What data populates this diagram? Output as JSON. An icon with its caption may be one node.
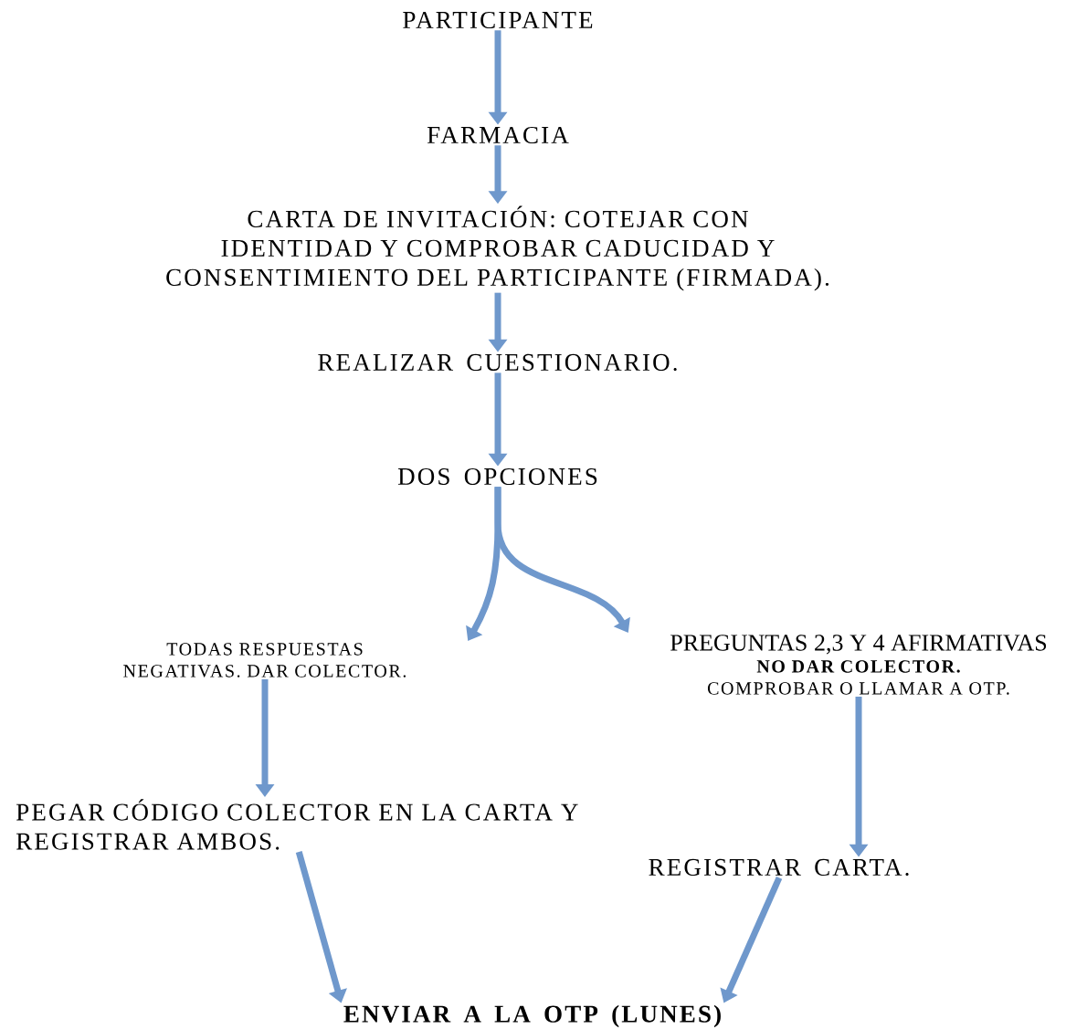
{
  "diagram": {
    "nodes": [
      {
        "text": [
          "PARTICIPANTE"
        ]
      },
      {
        "text": [
          "FARMACIA"
        ]
      },
      {
        "text": [
          "CARTA DE INVITACIÓN: COTEJAR CON IDENTIDAD Y COMPROBAR CADUCIDAD Y CONSENTIMIENTO DEL PARTICIPANTE (FIRMADA)."
        ]
      },
      {
        "text": [
          "REALIZAR CUESTIONARIO."
        ]
      },
      {
        "text": [
          "DOS OPCIONES"
        ]
      },
      {
        "text": [
          "TODAS RESPUESTAS NEGATIVAS. DAR COLECTOR."
        ]
      },
      {
        "text": [
          "PREGUNTAS 2,3 Y 4 AFIRMATIVAS",
          "NO DAR COLECTOR.",
          "COMPROBAR O LLAMAR A OTP."
        ]
      },
      {
        "text": [
          "PEGAR CÓDIGO COLECTOR EN LA CARTA Y REGISTRAR AMBOS."
        ]
      },
      {
        "text": [
          "REGISTRAR CARTA."
        ]
      },
      {
        "text": [
          "ENVIAR A LA OTP (LUNES)"
        ]
      }
    ],
    "edges": [
      {
        "from": 0,
        "to": 1,
        "arrow": "to"
      },
      {
        "from": 1,
        "to": 2,
        "arrow": "to"
      },
      {
        "from": 2,
        "to": 3,
        "arrow": "to"
      },
      {
        "from": 3,
        "to": 4,
        "arrow": "to"
      },
      {
        "from": 4,
        "to": 5,
        "arrow": "to"
      },
      {
        "from": 4,
        "to": 6,
        "arrow": "to"
      },
      {
        "from": 5,
        "to": 7,
        "arrow": "to"
      },
      {
        "from": 6,
        "to": 8,
        "arrow": "to"
      },
      {
        "from": 7,
        "to": 9,
        "arrow": "to"
      },
      {
        "from": 8,
        "to": 9,
        "arrow": "to"
      }
    ]
  }
}
